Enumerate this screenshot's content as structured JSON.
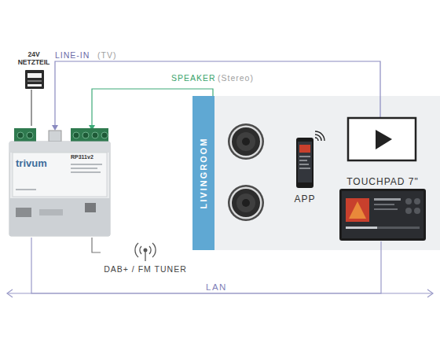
{
  "diagram": {
    "nodes": [
      {
        "text": [
          "24V NETZTEIL"
        ]
      },
      {
        "text": [
          "trivum",
          "RP311v2"
        ]
      },
      {
        "text": [
          "LIVINGROOM"
        ]
      },
      {
        "text": [
          "APP"
        ]
      },
      {
        "text": [
          "TOUCHPAD 7\""
        ]
      },
      {
        "text": [
          "DAB+ / FM TUNER"
        ]
      }
    ],
    "edges": [
      {
        "from": 0,
        "to": 1,
        "arrow": "none"
      },
      {
        "from": 1,
        "to": 5,
        "arrow": "none"
      },
      {
        "from": 1,
        "to": 4,
        "label": "LAN",
        "arrow": "none"
      }
    ],
    "labels": [
      "LINE-IN",
      "(TV)",
      "SPEAKER",
      "(Stereo)"
    ]
  }
}
